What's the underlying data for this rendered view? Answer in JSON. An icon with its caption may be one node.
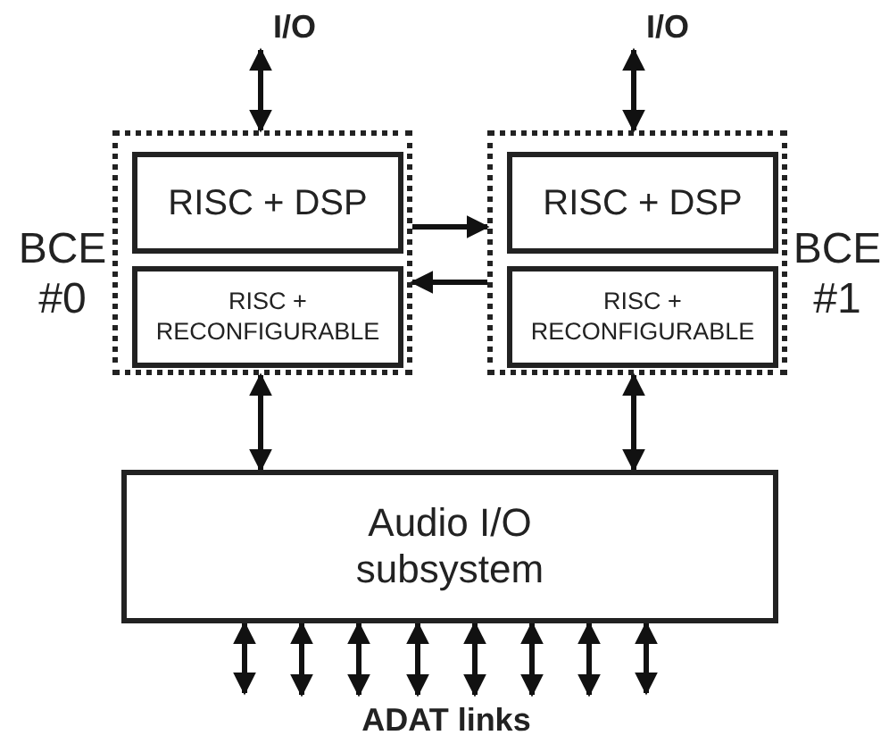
{
  "diagram": {
    "nodes": [
      {
        "text": [
          "BCE #0"
        ]
      },
      {
        "text": [
          "RISC + DSP"
        ],
        "in": 0
      },
      {
        "text": [
          "RISC + RECONFIGURABLE"
        ],
        "in": 0
      },
      {
        "text": [
          "BCE #1"
        ]
      },
      {
        "text": [
          "RISC + DSP"
        ],
        "in": 3
      },
      {
        "text": [
          "RISC + RECONFIGURABLE"
        ],
        "in": 3
      },
      {
        "text": [
          "Audio I/O subsystem"
        ]
      },
      {
        "text": [
          "I/O"
        ]
      },
      {
        "text": [
          "I/O"
        ]
      },
      {
        "text": [
          "ADAT links"
        ]
      }
    ],
    "edges": [
      {
        "from": 7,
        "to": 0,
        "arrow": "both"
      },
      {
        "from": 8,
        "to": 3,
        "arrow": "both"
      },
      {
        "from": 0,
        "to": 3,
        "arrow": "to"
      },
      {
        "from": 3,
        "to": 0,
        "arrow": "to"
      },
      {
        "from": 0,
        "to": 6,
        "arrow": "both"
      },
      {
        "from": 3,
        "to": 6,
        "arrow": "both"
      },
      {
        "from": 6,
        "to": null,
        "arrow": "both"
      },
      {
        "from": 6,
        "to": 9,
        "arrow": "both"
      },
      {
        "from": 6,
        "to": 9,
        "arrow": "both"
      },
      {
        "from": 6,
        "to": 9,
        "arrow": "both"
      },
      {
        "from": 6,
        "to": 9,
        "arrow": "both"
      },
      {
        "from": 6,
        "to": 9,
        "arrow": "both"
      },
      {
        "from": 6,
        "to": 9,
        "arrow": "both"
      },
      {
        "from": 6,
        "to": null,
        "arrow": "both"
      }
    ]
  }
}
